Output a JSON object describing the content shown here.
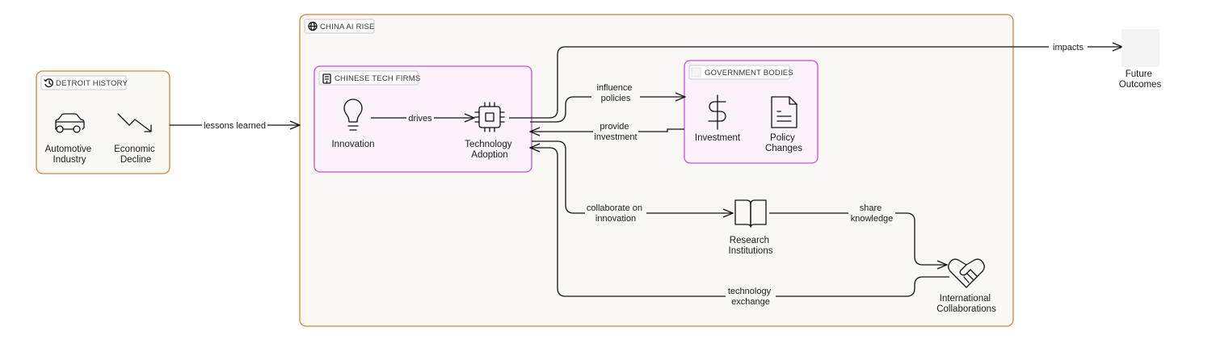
{
  "groups": {
    "detroit": {
      "title": "DETROIT HISTORY"
    },
    "china": {
      "title": "CHINA AI RISE"
    },
    "tech_firms": {
      "title": "CHINESE TECH FIRMS"
    },
    "government": {
      "title": "GOVERNMENT BODIES"
    }
  },
  "nodes": {
    "automotive": [
      "Automotive",
      "Industry"
    ],
    "economic_decline": [
      "Economic",
      "Decline"
    ],
    "innovation": [
      "Innovation"
    ],
    "tech_adoption": [
      "Technology",
      "Adoption"
    ],
    "investment": [
      "Investment"
    ],
    "policy_changes": [
      "Policy",
      "Changes"
    ],
    "research": [
      "Research",
      "Institutions"
    ],
    "international": [
      "International",
      "Collaborations"
    ],
    "future": [
      "Future",
      "Outcomes"
    ]
  },
  "edges": {
    "lessons_learned": "lessons learned",
    "drives": "drives",
    "impacts": "impacts",
    "influence_policies": [
      "influence",
      "policies"
    ],
    "provide_investment": [
      "provide",
      "investment"
    ],
    "collaborate": [
      "collaborate on",
      "innovation"
    ],
    "share_knowledge": [
      "share",
      "knowledge"
    ],
    "technology_exchange": [
      "technology",
      "exchange"
    ]
  },
  "icons": {
    "detroit": "history-icon",
    "china": "globe-icon",
    "tech_firms": "building-icon",
    "government": "landmark-icon",
    "automotive": "car-icon",
    "economic_decline": "trending-down-icon",
    "innovation": "lightbulb-icon",
    "tech_adoption": "cpu-icon",
    "investment": "dollar-icon",
    "policy_changes": "document-icon",
    "research": "book-icon",
    "international": "handshake-icon",
    "future": "placeholder-icon"
  },
  "colors": {
    "orange_border": "#c8873a",
    "orange_fill": "#faf8f4",
    "purple_border": "#c94fd1",
    "purple_fill": "#fbf2fb"
  }
}
